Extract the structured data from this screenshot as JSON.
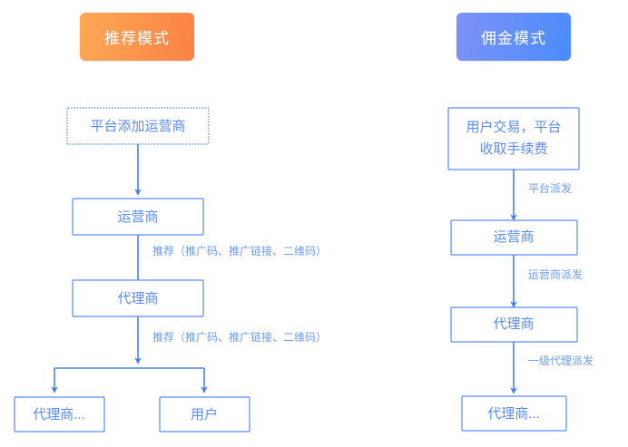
{
  "diagram": {
    "title_badges": [
      {
        "id": "referral-mode",
        "label": "推荐模式",
        "color_from": "#fca955",
        "color_to": "#fb8145"
      },
      {
        "id": "commission-mode",
        "label": "佣金模式",
        "color_from": "#7e92f8",
        "color_to": "#4a8cfb"
      }
    ],
    "colors": {
      "node_border": "#5b8cf5",
      "node_text": "#5b8cf5",
      "edge": "#4a80ec",
      "edge_label": "#6f9bf7",
      "background": "#ffffff"
    },
    "left_flow": {
      "nodes": [
        {
          "id": "platform-add-operator",
          "label": "平台添加运营商",
          "style": "dashed"
        },
        {
          "id": "operator",
          "label": "运营商",
          "style": "solid"
        },
        {
          "id": "agent",
          "label": "代理商",
          "style": "solid"
        },
        {
          "id": "agent-more",
          "label": "代理商...",
          "style": "solid"
        },
        {
          "id": "user",
          "label": "用户",
          "style": "solid"
        }
      ],
      "edge_labels": [
        "推荐（推广码、推广链接、二维码）",
        "推荐（推广码、推广链接、二维码）"
      ]
    },
    "right_flow": {
      "nodes": [
        {
          "id": "user-trade-platform-fee",
          "label_line1": "用户交易，平台",
          "label_line2": "收取手续费",
          "style": "solid"
        },
        {
          "id": "operator",
          "label": "运营商",
          "style": "solid"
        },
        {
          "id": "agent",
          "label": "代理商",
          "style": "solid"
        },
        {
          "id": "agent-more",
          "label": "代理商...",
          "style": "solid"
        }
      ],
      "edge_labels": [
        "平台派发",
        "运营商派发",
        "一级代理派发"
      ]
    }
  }
}
